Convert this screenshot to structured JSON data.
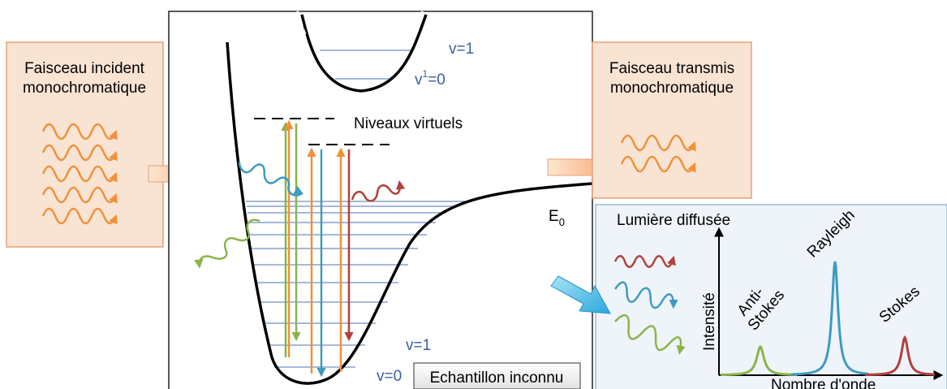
{
  "incident": {
    "line1": "Faisceau incident",
    "line2": "monochromatique"
  },
  "transmitted": {
    "line1": "Faisceau transmis",
    "line2": "monochromatique"
  },
  "virtual_levels_label": "Niveaux virtuels",
  "upper_state": {
    "v_top": "v=1",
    "v_zero_base": "v",
    "v_zero_sup": "1",
    "v_zero_tail": "=0"
  },
  "ground_state": {
    "v1": "v=1",
    "v0": "v=0"
  },
  "dissociation_label": {
    "base": "E",
    "sub": "0"
  },
  "sample_label": "Echantillon inconnu",
  "scattered": {
    "title": "Lumière diffusée",
    "ylabel": "Intensité",
    "xlabel": "Nombre d'onde",
    "peaks": {
      "anti_stokes_1": "Anti-",
      "anti_stokes_2": "Stokes",
      "rayleigh": "Rayleigh",
      "stokes": "Stokes"
    }
  },
  "colors": {
    "orange": "#f0913a",
    "teal": "#3e9bbf",
    "green": "#8ab44b",
    "red": "#b2403b",
    "level_blue": "#4a73b5",
    "panel_fill": "#f9e4d4",
    "panel_stroke": "#e6a077",
    "spectrum_fill": "#eef4fa",
    "spectrum_stroke": "#9bbcd8"
  },
  "chart_data": {
    "type": "line",
    "title": "Lumière diffusée",
    "xlabel": "Nombre d'onde",
    "ylabel": "Intensité",
    "series": [
      {
        "name": "Anti-Stokes",
        "peak_height": 0.25
      },
      {
        "name": "Rayleigh",
        "peak_height": 1.0
      },
      {
        "name": "Stokes",
        "peak_height": 0.33
      }
    ]
  }
}
